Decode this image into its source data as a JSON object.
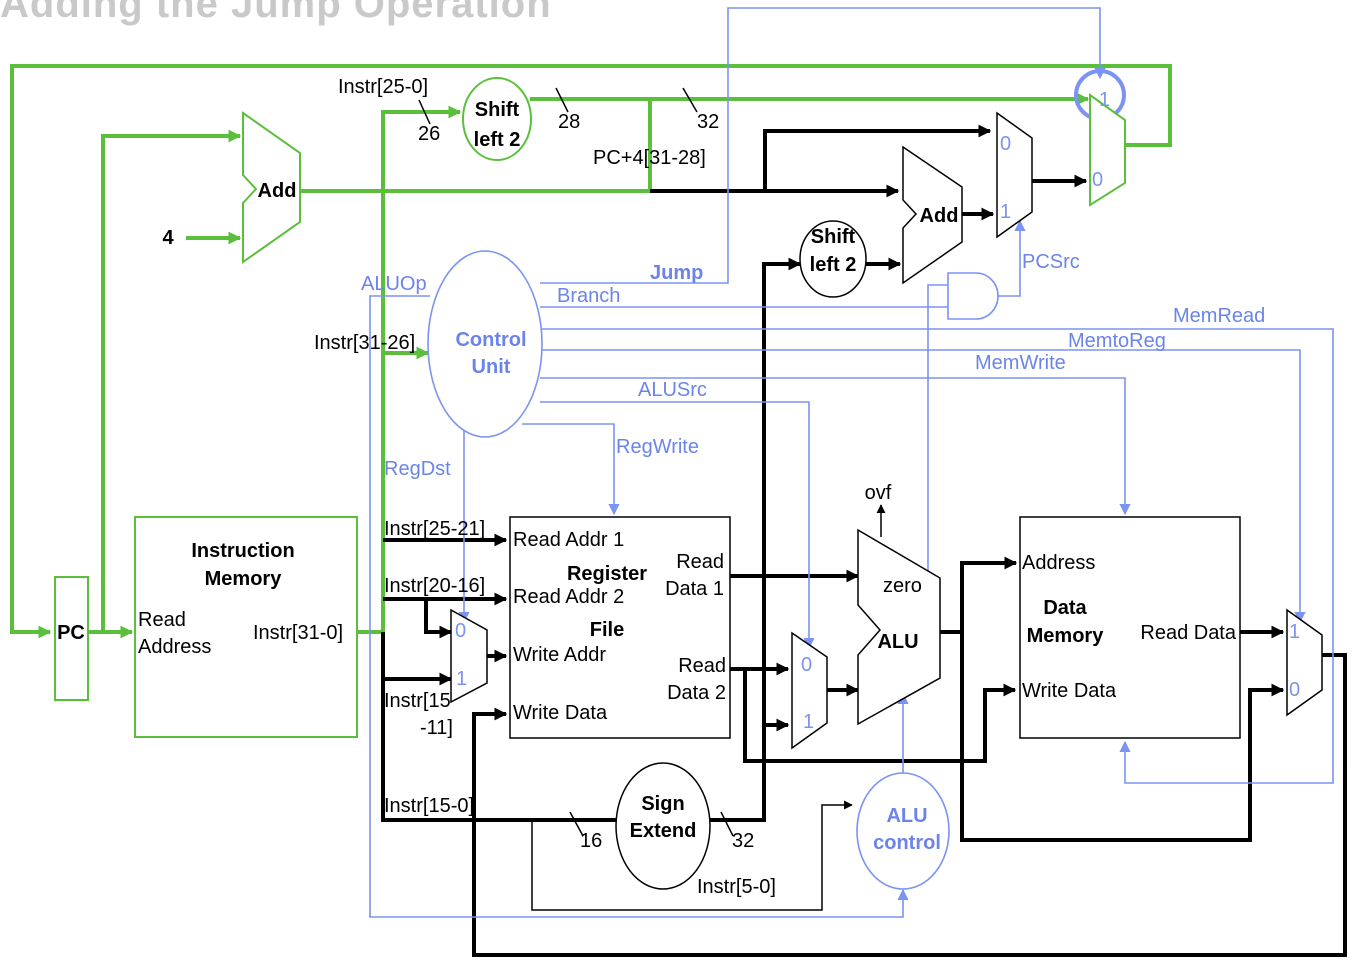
{
  "title": "Adding the Jump Operation",
  "colors": {
    "datapath": "#5cbf3c",
    "control": "#6c84ea",
    "wire": "#000000"
  },
  "blocks": {
    "pc": "PC",
    "instr_mem": {
      "line1": "Instruction",
      "line2": "Memory",
      "read1": "Read",
      "read2": "Address",
      "out": "Instr[31-0]"
    },
    "add_pc4": "Add",
    "const_four": "4",
    "shift_jump": {
      "line1": "Shift",
      "line2": "left 2"
    },
    "add_branch": "Add",
    "shift_branch": {
      "line1": "Shift",
      "line2": "left 2"
    },
    "control_unit": {
      "line1": "Control",
      "line2": "Unit"
    },
    "register_file": {
      "title1": "Register",
      "title2": "File",
      "read_addr1": "Read Addr 1",
      "read_addr2": "Read Addr 2",
      "write_addr": "Write Addr",
      "write_data": "Write Data",
      "read": "Read",
      "data1": "Data 1",
      "data2": "Data 2"
    },
    "alu": {
      "label": "ALU",
      "zero": "zero",
      "ovf": "ovf"
    },
    "alu_control": {
      "line1": "ALU",
      "line2": "control"
    },
    "sign_extend": {
      "line1": "Sign",
      "line2": "Extend"
    },
    "data_memory": {
      "line1": "Data",
      "line2": "Memory",
      "address": "Address",
      "write_data": "Write Data",
      "read_data": "Read Data"
    }
  },
  "mux_inputs": {
    "zero": "0",
    "one": "1"
  },
  "signals": {
    "jump": "Jump",
    "branch": "Branch",
    "aluop": "ALUOp",
    "memread": "MemRead",
    "memtoreg": "MemtoReg",
    "memwrite": "MemWrite",
    "alusrc": "ALUSrc",
    "regwrite": "RegWrite",
    "regdst": "RegDst",
    "pcsrc": "PCSrc"
  },
  "wire_labels": {
    "instr_25_0": "Instr[25-0]",
    "w26": "26",
    "w28": "28",
    "w32_top": "32",
    "pc4_31_28": "PC+4[31-28]",
    "instr_31_26": "Instr[31-26]",
    "instr_25_21": "Instr[25-21]",
    "instr_20_16": "Instr[20-16]",
    "instr_15_11_a": "Instr[15",
    "instr_15_11_b": "-11]",
    "instr_15_0": "Instr[15-0]",
    "w16": "16",
    "w32_se": "32",
    "instr_5_0": "Instr[5-0]"
  }
}
